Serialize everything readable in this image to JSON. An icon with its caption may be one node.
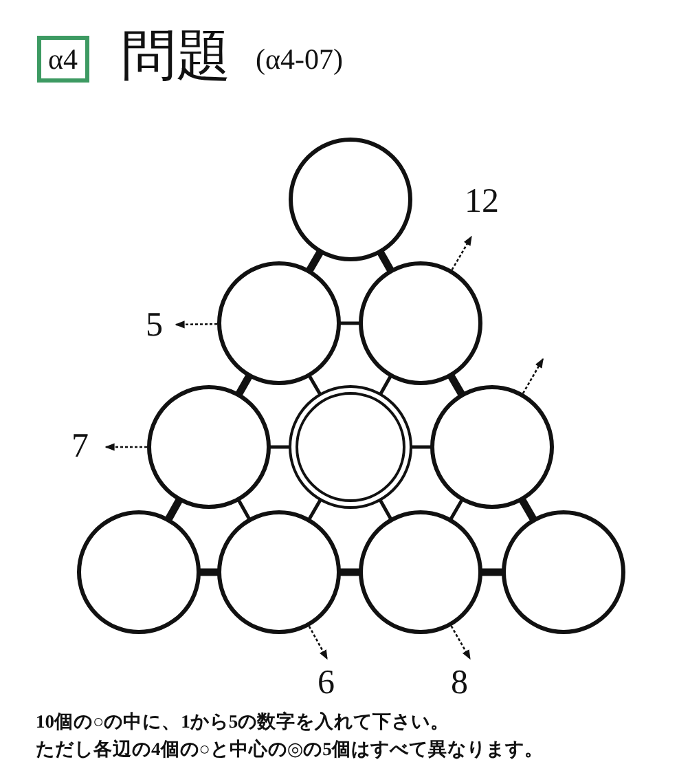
{
  "diagram": {
    "title": "問題",
    "nodes": [
      {
        "text": [],
        "shape": "circle"
      },
      {
        "text": [],
        "shape": "circle"
      },
      {
        "text": [],
        "shape": "circle"
      },
      {
        "text": [],
        "shape": "circle"
      },
      {
        "text": [],
        "shape": "circle"
      },
      {
        "text": [],
        "shape": "circle"
      },
      {
        "text": [],
        "shape": "circle"
      },
      {
        "text": [],
        "shape": "circle"
      },
      {
        "text": [],
        "shape": "circle"
      },
      {
        "text": [],
        "shape": "circle"
      },
      {
        "text": [
          "12"
        ]
      },
      {
        "text": [
          "5"
        ]
      },
      {
        "text": [
          "7"
        ]
      },
      {
        "text": [
          "6"
        ]
      },
      {
        "text": [
          "8"
        ]
      }
    ],
    "edges": [
      {
        "from": 0,
        "to": 1,
        "arrow": "none",
        "style": "thick"
      },
      {
        "from": 0,
        "to": 2,
        "arrow": "none",
        "style": "thick"
      },
      {
        "from": 1,
        "to": 2,
        "arrow": "none"
      },
      {
        "from": 1,
        "to": 3,
        "arrow": "none",
        "style": "thick"
      },
      {
        "from": 1,
        "to": 4,
        "arrow": "none"
      },
      {
        "from": 2,
        "to": 4,
        "arrow": "none"
      },
      {
        "from": 2,
        "to": 5,
        "arrow": "none",
        "style": "thick"
      },
      {
        "from": 3,
        "to": 4,
        "arrow": "none"
      },
      {
        "from": 4,
        "to": 5,
        "arrow": "none"
      },
      {
        "from": 3,
        "to": 6,
        "arrow": "none",
        "style": "thick"
      },
      {
        "from": 3,
        "to": 7,
        "arrow": "none"
      },
      {
        "from": 4,
        "to": 7,
        "arrow": "none"
      },
      {
        "from": 4,
        "to": 8,
        "arrow": "none"
      },
      {
        "from": 5,
        "to": 8,
        "arrow": "none"
      },
      {
        "from": 5,
        "to": 9,
        "arrow": "none",
        "style": "thick"
      },
      {
        "from": 6,
        "to": 7,
        "arrow": "none",
        "style": "thick"
      },
      {
        "from": 7,
        "to": 8,
        "arrow": "none",
        "style": "thick"
      },
      {
        "from": 8,
        "to": 9,
        "arrow": "none",
        "style": "thick"
      },
      {
        "from": 2,
        "to": 10,
        "arrow": "to",
        "style": "dashed"
      },
      {
        "from": 1,
        "to": 11,
        "arrow": "to",
        "style": "dashed"
      },
      {
        "from": 3,
        "to": 12,
        "arrow": "to",
        "style": "dashed"
      },
      {
        "from": 5,
        "to": null,
        "arrow": "to",
        "style": "dashed"
      },
      {
        "from": 7,
        "to": 13,
        "arrow": "to",
        "style": "dashed"
      },
      {
        "from": 8,
        "to": 14,
        "arrow": "to",
        "style": "dashed"
      }
    ],
    "labels": [
      "α4",
      "(α4-07)",
      "10個の○の中に、1から5の数字を入れて下さい。",
      "ただし各辺の4個の○と中心の◎の5個はすべて異なります。"
    ]
  }
}
